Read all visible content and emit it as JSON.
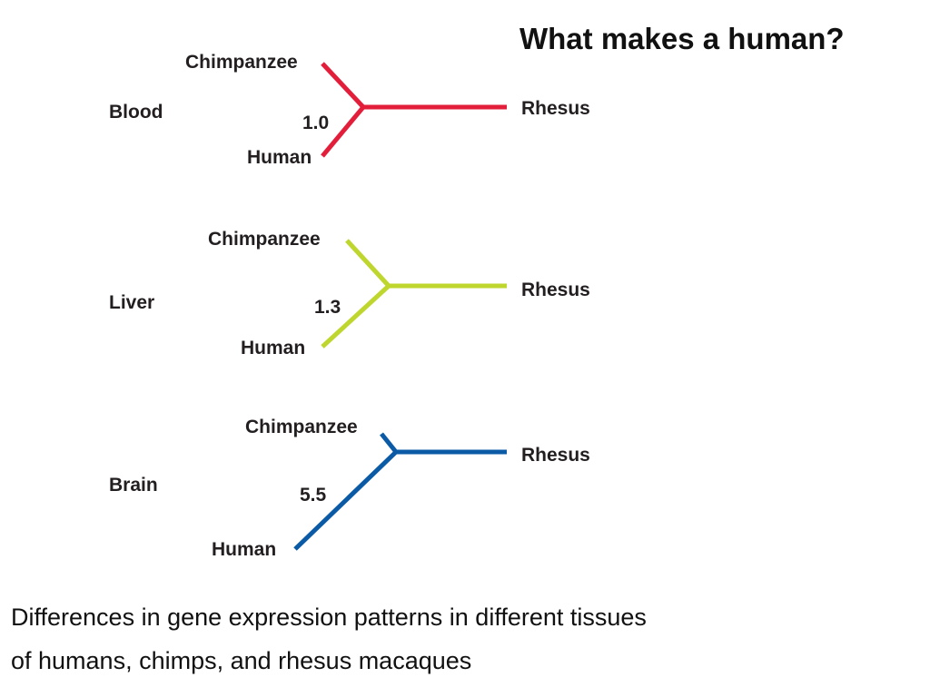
{
  "title": "What makes a human?",
  "colors": {
    "blood": "#e31e3a",
    "liver": "#bfd62e",
    "brain": "#0b5aa6"
  },
  "trees": [
    {
      "tissue": "Blood",
      "top": "Chimpanzee",
      "bottom": "Human",
      "outgroup": "Rhesus",
      "value": "1.0",
      "color": "#e31e3a"
    },
    {
      "tissue": "Liver",
      "top": "Chimpanzee",
      "bottom": "Human",
      "outgroup": "Rhesus",
      "value": "1.3",
      "color": "#bfd62e"
    },
    {
      "tissue": "Brain",
      "top": "Chimpanzee",
      "bottom": "Human",
      "outgroup": "Rhesus",
      "value": "5.5",
      "color": "#0b5aa6"
    }
  ],
  "caption": {
    "line1": "Differences in gene expression patterns in different tissues",
    "line2": "of humans, chimps, and rhesus macaques"
  }
}
